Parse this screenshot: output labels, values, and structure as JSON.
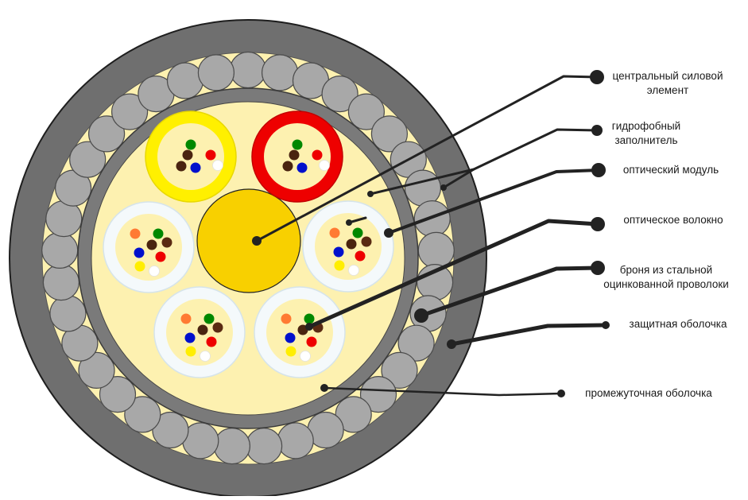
{
  "labels": {
    "central_strength_member": [
      "центральный силовой",
      "элемент"
    ],
    "hydrophobic_filler": [
      "гидрофобный",
      "заполнитель"
    ],
    "optical_module": [
      "оптический модуль"
    ],
    "optical_fiber": [
      "оптическое волокно"
    ],
    "armor": [
      "броня из стальной",
      "оцинкованной проволоки"
    ],
    "outer_sheath": [
      "защитная оболочка"
    ],
    "intermediate_sheath": [
      "промежуточная оболочка"
    ]
  },
  "colors": {
    "outer_sheath": "#6f6f6f",
    "armor_wire": "#a8a8a8",
    "filler": "#fdf1b0",
    "inner_sheath": "#7a7a7a",
    "central_member": "#f8d000",
    "module_yellow": "#fff000",
    "module_red": "#ee0000",
    "module_white": "#f4f9fb",
    "fiber_colors": [
      "#008800",
      "#ee0000",
      "#4a2410",
      "#0010cc",
      "#ffffff",
      "#ff7a33",
      "#ffee00",
      "#5a2a12"
    ]
  }
}
